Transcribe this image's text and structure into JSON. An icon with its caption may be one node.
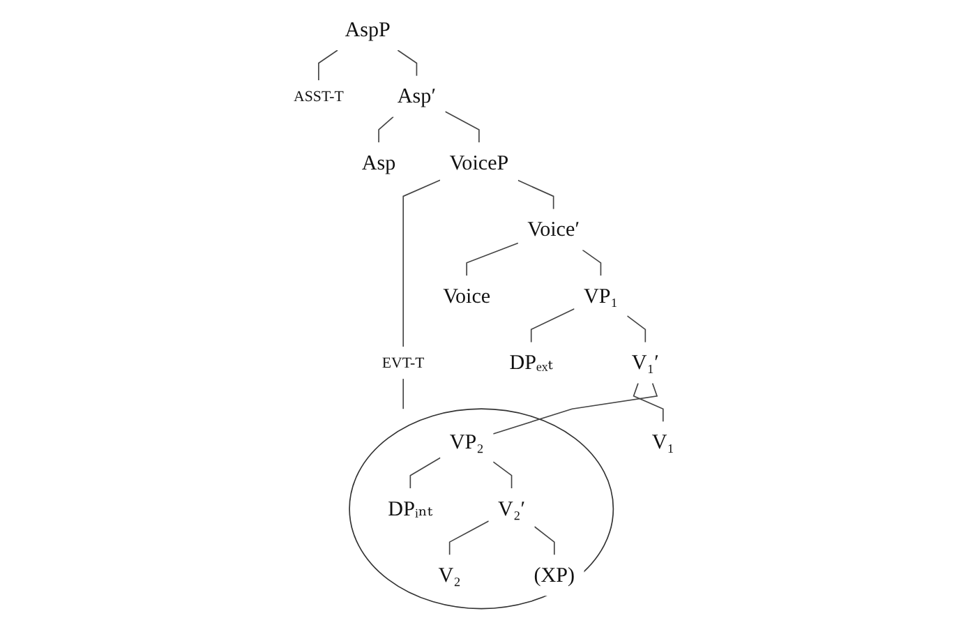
{
  "diagram": {
    "nodes": [
      {
        "text": [
          "AspP"
        ]
      },
      {
        "text": [
          "ASST-T"
        ]
      },
      {
        "text": [
          "Asp′"
        ]
      },
      {
        "text": [
          "Asp"
        ]
      },
      {
        "text": [
          "VoiceP"
        ]
      },
      {
        "text": [
          "EVT-T"
        ]
      },
      {
        "text": [
          "Voice′"
        ]
      },
      {
        "text": [
          "Voice"
        ]
      },
      {
        "text": [
          "VP₁"
        ]
      },
      {
        "text": [
          "DPₑₓₜ"
        ]
      },
      {
        "text": [
          "V₁′"
        ]
      },
      {
        "text": [
          "V₁"
        ]
      },
      {
        "text": [],
        "shape": "ellipse"
      },
      {
        "text": [
          "VP₂"
        ],
        "in": 12
      },
      {
        "text": [
          "DPᵢₙₜ"
        ],
        "in": 12
      },
      {
        "text": [
          "V₂′"
        ],
        "in": 12
      },
      {
        "text": [
          "V₂"
        ],
        "in": 12
      },
      {
        "text": [
          "(XP)"
        ],
        "in": 12
      }
    ],
    "edges": [
      {
        "from": 0,
        "to": 1,
        "arrow": "none"
      },
      {
        "from": 0,
        "to": 2,
        "arrow": "none"
      },
      {
        "from": 2,
        "to": 3,
        "arrow": "none"
      },
      {
        "from": 2,
        "to": 4,
        "arrow": "none"
      },
      {
        "from": 4,
        "to": 5,
        "arrow": "none"
      },
      {
        "from": 4,
        "to": 6,
        "arrow": "none"
      },
      {
        "from": 6,
        "to": 7,
        "arrow": "none"
      },
      {
        "from": 6,
        "to": 8,
        "arrow": "none"
      },
      {
        "from": 8,
        "to": 9,
        "arrow": "none"
      },
      {
        "from": 8,
        "to": 10,
        "arrow": "none"
      },
      {
        "from": 10,
        "to": 11,
        "arrow": "none"
      },
      {
        "from": 10,
        "to": 13,
        "arrow": "none"
      },
      {
        "from": 13,
        "to": 14,
        "arrow": "none"
      },
      {
        "from": 13,
        "to": 15,
        "arrow": "none"
      },
      {
        "from": 15,
        "to": 16,
        "arrow": "none"
      },
      {
        "from": 15,
        "to": 17,
        "arrow": "none"
      },
      {
        "from": 5,
        "to": 12,
        "arrow": "none"
      }
    ]
  }
}
